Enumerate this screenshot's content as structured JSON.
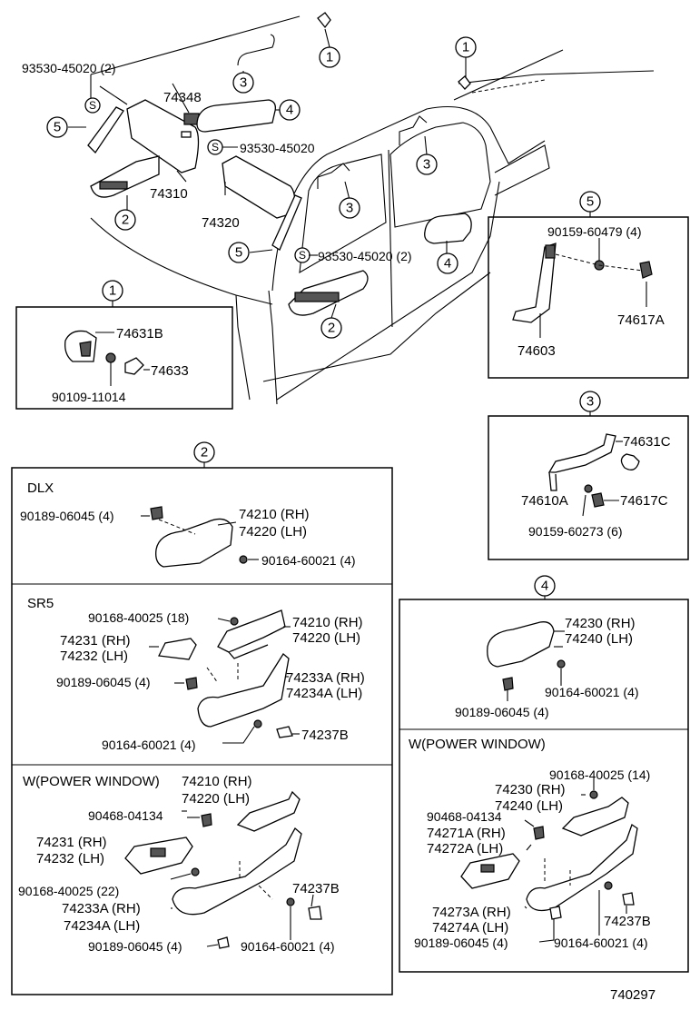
{
  "main_diagram": {
    "callouts": {
      "c1_top": "1",
      "c1_right": "1",
      "c3_top": "3",
      "c4_top": "4",
      "c5_left": "5",
      "c2_left": "2",
      "c3_right": "3",
      "c3_mid": "3",
      "c5_mid": "5",
      "c4_door": "4",
      "c2_door": "2"
    },
    "labels": {
      "bolt_left": "93530-45020 (2)",
      "s_mark": "S",
      "p74348": "74348",
      "bolt_center": "93530-45020",
      "p74310": "74310",
      "p74320": "74320",
      "bolt_lower": "93530-45020 (2)"
    }
  },
  "panel1": {
    "callout": "1",
    "labels": {
      "a": "74631B",
      "b": "74633",
      "c": "90109-11014"
    }
  },
  "panel5": {
    "callout": "5",
    "labels": {
      "a": "90159-60479 (4)",
      "b": "74617A",
      "c": "74603"
    }
  },
  "panel3": {
    "callout": "3",
    "labels": {
      "a": "74631C",
      "b": "74610A",
      "c": "74617C",
      "d": "90159-60273 (6)"
    }
  },
  "panel2": {
    "callout": "2",
    "dlx": {
      "title": "DLX",
      "labels": {
        "a": "90189-06045 (4)",
        "b": "74210 (RH)",
        "c": "74220 (LH)",
        "d": "90164-60021 (4)"
      }
    },
    "sr5": {
      "title": "SR5",
      "labels": {
        "a": "90168-40025 (18)",
        "b": "74210 (RH)",
        "c": "74220 (LH)",
        "d": "74231 (RH)",
        "e": "74232 (LH)",
        "f": "90189-06045 (4)",
        "g": "74233A (RH)",
        "h": "74234A (LH)",
        "i": "90164-60021 (4)",
        "j": "74237B"
      }
    },
    "pw": {
      "title": "W(POWER WINDOW)",
      "labels": {
        "a": "74210 (RH)",
        "b": "74220 (LH)",
        "c": "90468-04134",
        "d": "74231 (RH)",
        "e": "74232 (LH)",
        "f": "90168-40025 (22)",
        "g": "74237B",
        "h": "74233A (RH)",
        "i": "74234A (LH)",
        "j": "90189-06045 (4)",
        "k": "90164-60021 (4)"
      }
    }
  },
  "panel4": {
    "callout": "4",
    "std": {
      "labels": {
        "a": "74230 (RH)",
        "b": "74240 (LH)",
        "c": "90164-60021 (4)",
        "d": "90189-06045 (4)"
      }
    },
    "pw": {
      "title": "W(POWER WINDOW)",
      "labels": {
        "a": "90168-40025 (14)",
        "b": "74230 (RH)",
        "c": "74240 (LH)",
        "d": "90468-04134",
        "e": "74271A (RH)",
        "f": "74272A (LH)",
        "g": "74273A (RH)",
        "h": "74274A (LH)",
        "i": "74237B",
        "j": "90189-06045 (4)",
        "k": "90164-60021 (4)"
      }
    }
  },
  "diagram_id": "740297"
}
